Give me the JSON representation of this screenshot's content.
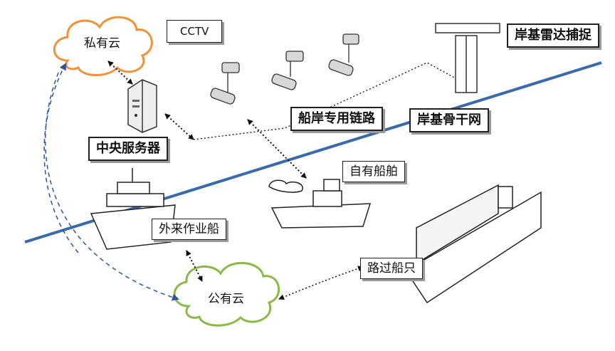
{
  "private_cloud": "私有云",
  "public_cloud": "公有云",
  "cctv": "CCTV",
  "radar": "岸基雷达捕捉",
  "central_server": "中央服务器",
  "ship_shore_link": "船岸专用链路",
  "shore_backbone": "岸基骨干网",
  "own_vessel": "自有船舶",
  "external_work_vessel": "外来作业船",
  "passing_vessel": "路过船只",
  "colors": {
    "private_cloud": "#f0923a",
    "public_cloud": "#8ab84a",
    "dashed_link": "#2f5597",
    "coastline": "#3a6aa8"
  }
}
